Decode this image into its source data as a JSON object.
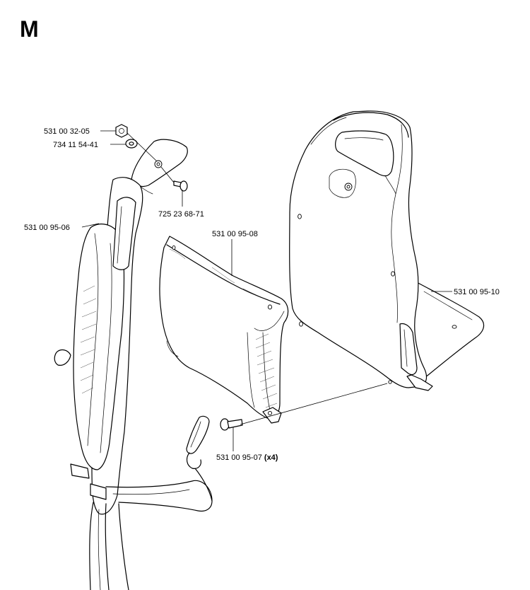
{
  "section": {
    "letter": "M"
  },
  "parts": {
    "nut": {
      "number": "531 00 32-05"
    },
    "washer": {
      "number": "734 11 54-41"
    },
    "screw": {
      "number": "725 23 68-71"
    },
    "harness": {
      "number": "531 00 95-06"
    },
    "hip_pad": {
      "number": "531 00 95-08"
    },
    "back_plate": {
      "number": "531 00 95-10"
    },
    "bolt": {
      "number": "531 00 95-07",
      "qty": "(x4)"
    }
  }
}
